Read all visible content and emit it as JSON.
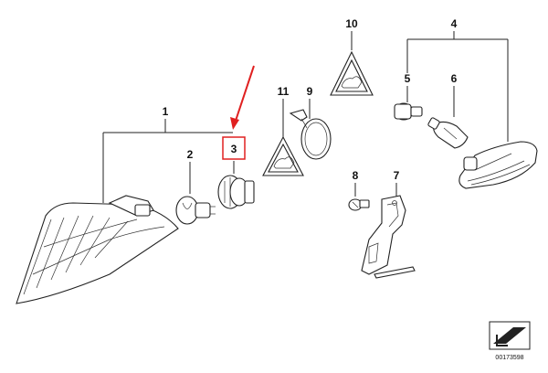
{
  "diagram": {
    "callouts": [
      {
        "id": "c1",
        "label": "1"
      },
      {
        "id": "c2",
        "label": "2"
      },
      {
        "id": "c3",
        "label": "3"
      },
      {
        "id": "c4",
        "label": "4"
      },
      {
        "id": "c5",
        "label": "5"
      },
      {
        "id": "c6",
        "label": "6"
      },
      {
        "id": "c7",
        "label": "7"
      },
      {
        "id": "c8",
        "label": "8"
      },
      {
        "id": "c9",
        "label": "9"
      },
      {
        "id": "c10",
        "label": "10"
      },
      {
        "id": "c11",
        "label": "11"
      }
    ],
    "catalog_number": "00173598",
    "highlight": {
      "callout": "3",
      "color": "#e02020"
    }
  }
}
